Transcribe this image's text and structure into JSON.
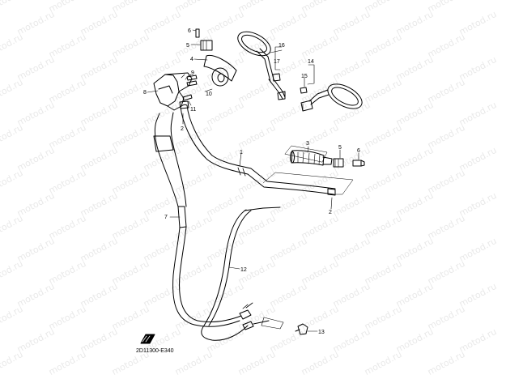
{
  "watermark": "motod.ru",
  "diagram_code": "2D11300-E340",
  "callouts": [
    "1",
    "2",
    "2",
    "3",
    "4",
    "5",
    "5",
    "6",
    "6",
    "7",
    "8",
    "9",
    "10",
    "11",
    "12",
    "13",
    "14",
    "15",
    "16",
    "17"
  ]
}
